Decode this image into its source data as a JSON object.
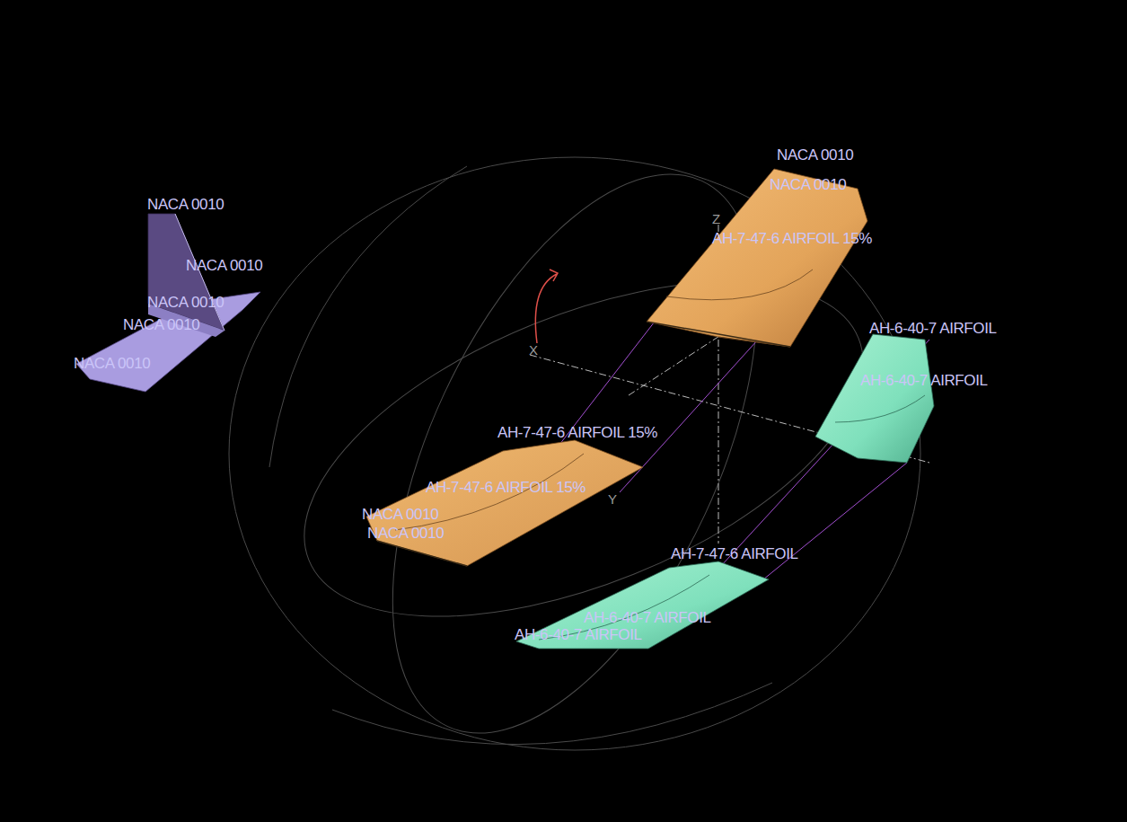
{
  "diagram": {
    "labels": [
      "NACA 0010",
      "NACA 0010",
      "Z",
      "AH-7-47-6 AIRFOIL 15%",
      "NACA 0010",
      "NACA 0010",
      "NACA 0010",
      "NACA 0010",
      "X",
      "NACA 0010",
      "AH-6-40-7 AIRFOIL",
      "AH-6-40-7 AIRFOIL",
      "AH-7-47-6 AIRFOIL 15%",
      "AH-7-47-6 AIRFOIL 15%",
      "Y",
      "NACA 0010",
      "NACA 0010",
      "AH-7-47-6 AIRFOIL",
      "AH-6-40-7 AIRFOIL",
      "AH-6-40-7 AIRFOIL"
    ]
  }
}
